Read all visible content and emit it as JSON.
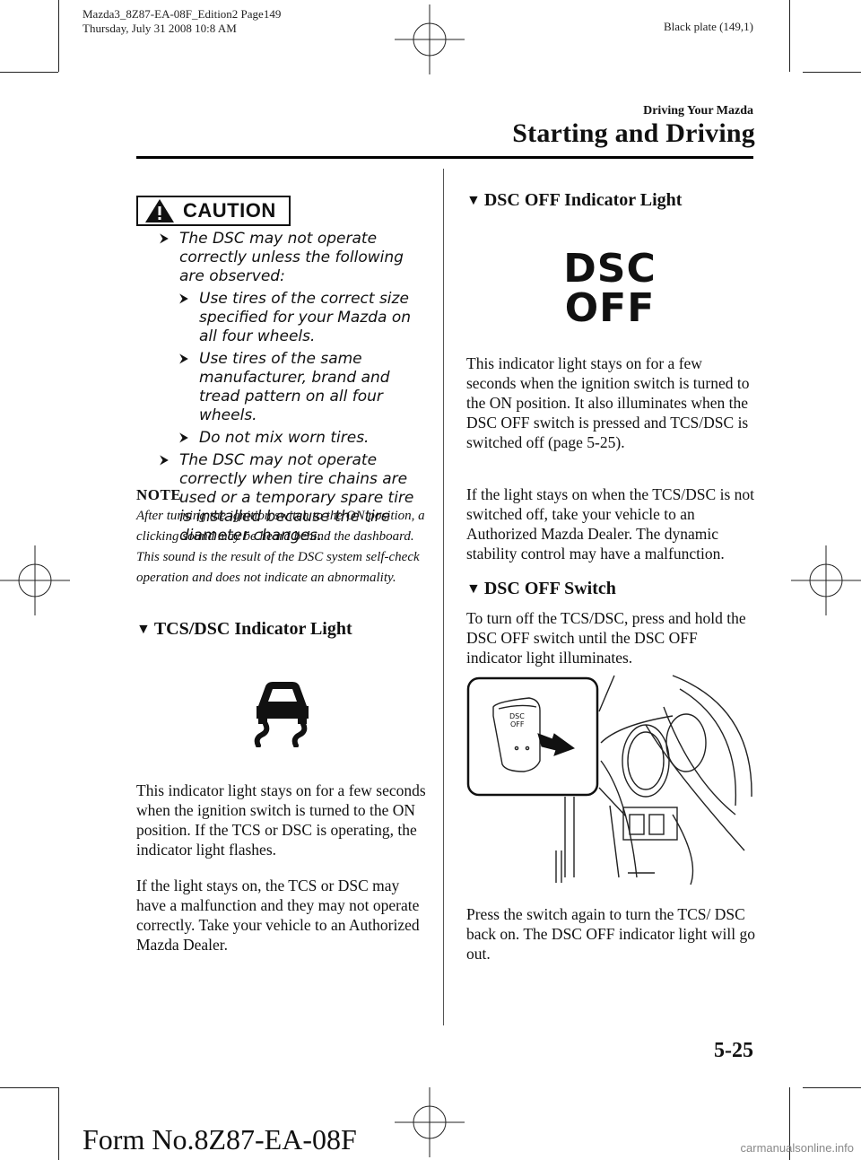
{
  "print_meta": {
    "file_line": "Mazda3_8Z87-EA-08F_Edition2 Page149",
    "date_line": "Thursday, July 31 2008 10:8 AM",
    "plate": "Black plate (149,1)"
  },
  "header": {
    "chapter": "Driving Your Mazda",
    "section": "Starting and Driving"
  },
  "caution": {
    "badge_label": "CAUTION",
    "items": [
      "The DSC may not operate correctly unless the following are observed:",
      "Use tires of the correct size specified for your Mazda on all four wheels.",
      "Use tires of the same manufacturer, brand and tread pattern on all four wheels.",
      "Do not mix worn tires.",
      "The DSC may not operate correctly when tire chains are used or a temporary spare tire is installed because the tire diameter changes."
    ]
  },
  "note": {
    "heading": "NOTE",
    "text": "After turning the ignition switch to the ON position, a clicking sound may be heard behind the dashboard. This sound is the result of the DSC system self-check operation and does not indicate an abnormality."
  },
  "tcs_dsc": {
    "heading": "TCS/DSC Indicator Light",
    "icon": "skidding-car-icon",
    "para1": "This indicator light stays on for a few seconds when the ignition switch is turned to the ON position. If the TCS or DSC is operating, the indicator light flashes.",
    "para2": "If the light stays on, the TCS or DSC may have a malfunction and they may not operate correctly. Take your vehicle to an Authorized Mazda Dealer."
  },
  "dsc_off_light": {
    "heading": "DSC OFF Indicator Light",
    "icon_line1": "DSC",
    "icon_line2": "OFF",
    "para1": "This indicator light stays on for a few seconds when the ignition switch is turned to the ON position. It also illuminates when the DSC OFF switch is pressed and TCS/DSC is switched off (page 5-25).",
    "para2": "If the light stays on when the TCS/DSC is not switched off, take your vehicle to an Authorized Mazda Dealer. The dynamic stability control may have a malfunction."
  },
  "dsc_off_switch": {
    "heading": "DSC OFF Switch",
    "para1": "To turn off the TCS/DSC, press and hold the DSC OFF switch until the DSC OFF indicator light illuminates.",
    "illustration_label_1": "DSC",
    "illustration_label_2": "OFF",
    "para2": "Press the switch again to turn the TCS/ DSC back on. The DSC OFF indicator light will go out."
  },
  "footer": {
    "page_number": "5-25",
    "form_number": "Form No.8Z87-EA-08F",
    "watermark": "carmanualsonline.info"
  }
}
